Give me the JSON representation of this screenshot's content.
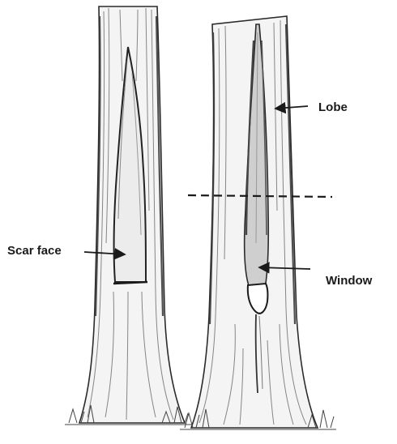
{
  "labels": {
    "scar_face": "Scar face",
    "lobe": "Lobe",
    "window": "Window"
  },
  "colors": {
    "ink": "#2b2b2b",
    "bark_shade": "#555555",
    "light_wood": "#ebebeb",
    "background": "#ffffff"
  }
}
